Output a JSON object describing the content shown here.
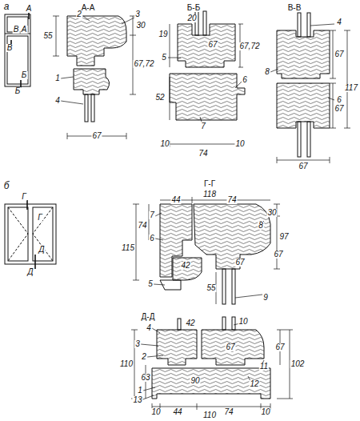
{
  "diagram": {
    "labels": [
      "а",
      "А",
      "В",
      "А",
      "В",
      "Б",
      "Б",
      "А-А",
      "2",
      "3",
      "1",
      "4",
      "55",
      "30",
      "67,72",
      "67",
      "Б-Б",
      "20",
      "19",
      "5",
      "67",
      "6",
      "67,72",
      "52",
      "7",
      "10",
      "10",
      "74",
      "В-В",
      "4",
      "8",
      "6",
      "67",
      "117",
      "67",
      "67",
      "б",
      "Г",
      "Г",
      "Д",
      "Д",
      "Г-Г",
      "118",
      "44",
      "74",
      "7",
      "6",
      "74",
      "115",
      "8",
      "30",
      "97",
      "67",
      "67",
      "42",
      "5",
      "9",
      "55",
      "Д-Д",
      "4",
      "42",
      "3",
      "2",
      "10",
      "67",
      "67",
      "102",
      "110",
      "63",
      "1",
      "13",
      "90",
      "11",
      "12",
      "10",
      "44",
      "74",
      "10",
      "110"
    ]
  }
}
